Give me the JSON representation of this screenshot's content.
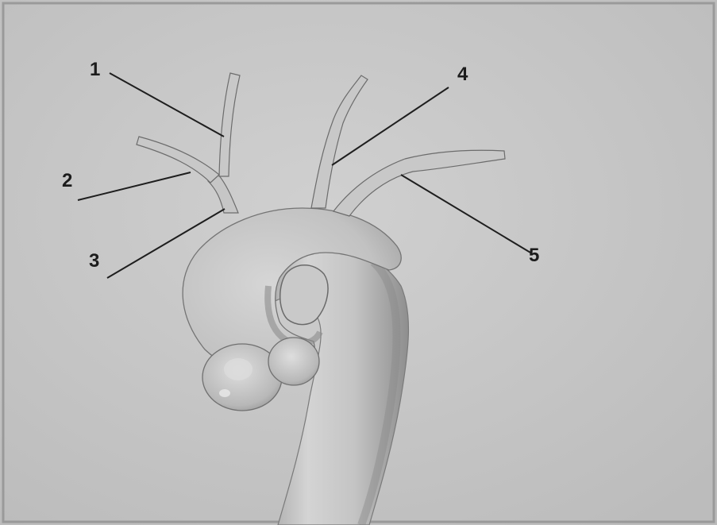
{
  "labels": {
    "l1": "1",
    "l2": "2",
    "l3": "3",
    "l4": "4",
    "l5": "5"
  },
  "colors": {
    "paper": "#c8c8c8",
    "frame": "#9a9a9a",
    "vessel_light": "#d2d2d2",
    "vessel_mid": "#b4b4b4",
    "vessel_shadow": "#8a8a8a",
    "outline": "#6f6f6f",
    "label": "#1c1c1c"
  }
}
